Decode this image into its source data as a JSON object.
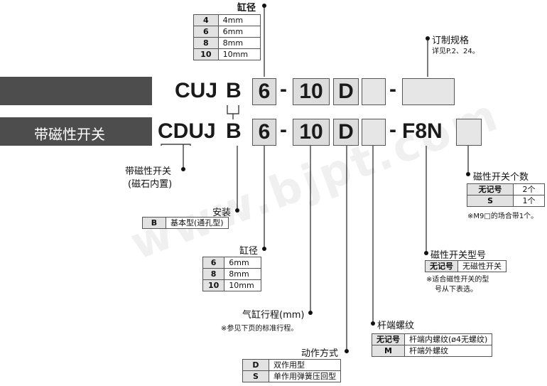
{
  "bore_top": {
    "title": "缸径",
    "rows": [
      {
        "code": "4",
        "value": "4mm"
      },
      {
        "code": "6",
        "value": "6mm"
      },
      {
        "code": "8",
        "value": "8mm"
      },
      {
        "code": "10",
        "value": "10mm"
      }
    ]
  },
  "custom": {
    "title": "订制规格",
    "note": "详见P.2、24。"
  },
  "model_top": {
    "prefix": "CUJ",
    "mount": "B",
    "bore": "6",
    "dash1": "-",
    "stroke": "10",
    "action": "D",
    "dash2": "-"
  },
  "model_bottom": {
    "label": "带磁性开关",
    "prefix": "CDUJ",
    "mount": "B",
    "bore": "6",
    "dash1": "-",
    "stroke": "10",
    "action": "D",
    "dash2": "-",
    "switch": "F8N"
  },
  "with_switch": {
    "line1": "带磁性开关",
    "line2": "(磁石内置)"
  },
  "mounting": {
    "title": "安装",
    "rows": [
      {
        "code": "B",
        "value": "基本型(通孔型)"
      }
    ]
  },
  "bore_bottom": {
    "title": "缸径",
    "rows": [
      {
        "code": "6",
        "value": "6mm"
      },
      {
        "code": "8",
        "value": "8mm"
      },
      {
        "code": "10",
        "value": "10mm"
      }
    ]
  },
  "stroke": {
    "title": "气缸行程(mm)",
    "note": "※参见下页的标准行程。"
  },
  "action": {
    "title": "动作方式",
    "rows": [
      {
        "code": "D",
        "value": "双作用型"
      },
      {
        "code": "S",
        "value": "单作用弹簧压回型"
      }
    ]
  },
  "rod_thread": {
    "title": "杆端螺纹",
    "rows": [
      {
        "code": "无记号",
        "value": "杆端内螺纹(ø4无螺纹)"
      },
      {
        "code": "M",
        "value": "杆端外螺纹"
      }
    ]
  },
  "switch_type": {
    "title": "磁性开关型号",
    "rows": [
      {
        "code": "无记号",
        "value": "无磁性开关"
      }
    ],
    "note1": "※适合磁性开关的型",
    "note2": "号从下表选。"
  },
  "switch_qty": {
    "title": "磁性开关个数",
    "rows": [
      {
        "code": "无记号",
        "value": "2个"
      },
      {
        "code": "S",
        "value": "1个"
      }
    ],
    "note": "※M9□的场合带1个。"
  },
  "watermark": "www.bjpt.com"
}
